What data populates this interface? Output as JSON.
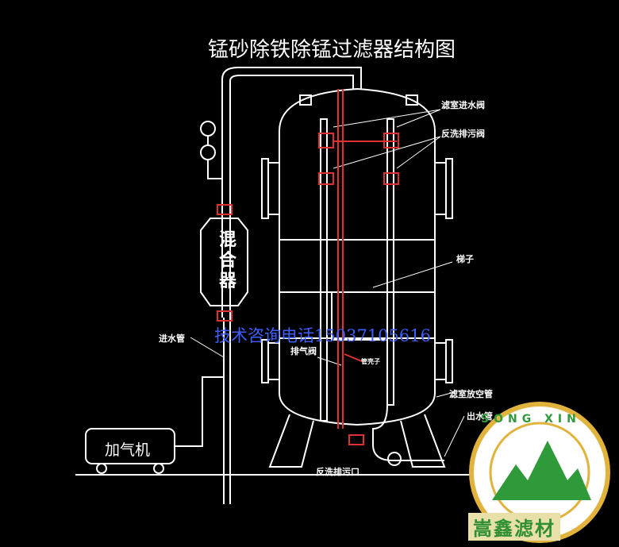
{
  "title": "锰砂除铁除锰过滤器结构图",
  "mixer_label": "混合器",
  "aerator_label": "加气机",
  "contact_text": "技术咨询电话15037105616",
  "labels": {
    "inlet_valve": "滤室进水阀",
    "backwash_drain_valve": "反洗排污阀",
    "ladder": "梯子",
    "inlet_pipe": "进水管",
    "vent_valve": "排气阀",
    "vent_pipe": "管壳子",
    "drain_pipe": "滤室放空管",
    "outlet_pipe": "出水管",
    "backwash_outlet": "反洗排污口"
  },
  "logo": {
    "ring_text": "SONG XIN",
    "brand_text": "嵩鑫滤材",
    "ring_color": "#e2b33c",
    "mountain_color": "#2e9a3a"
  },
  "colors": {
    "background": "#000000",
    "lines": "#ffffff",
    "pipe_red": "#e03030",
    "contact_text": "#3f5fff"
  }
}
